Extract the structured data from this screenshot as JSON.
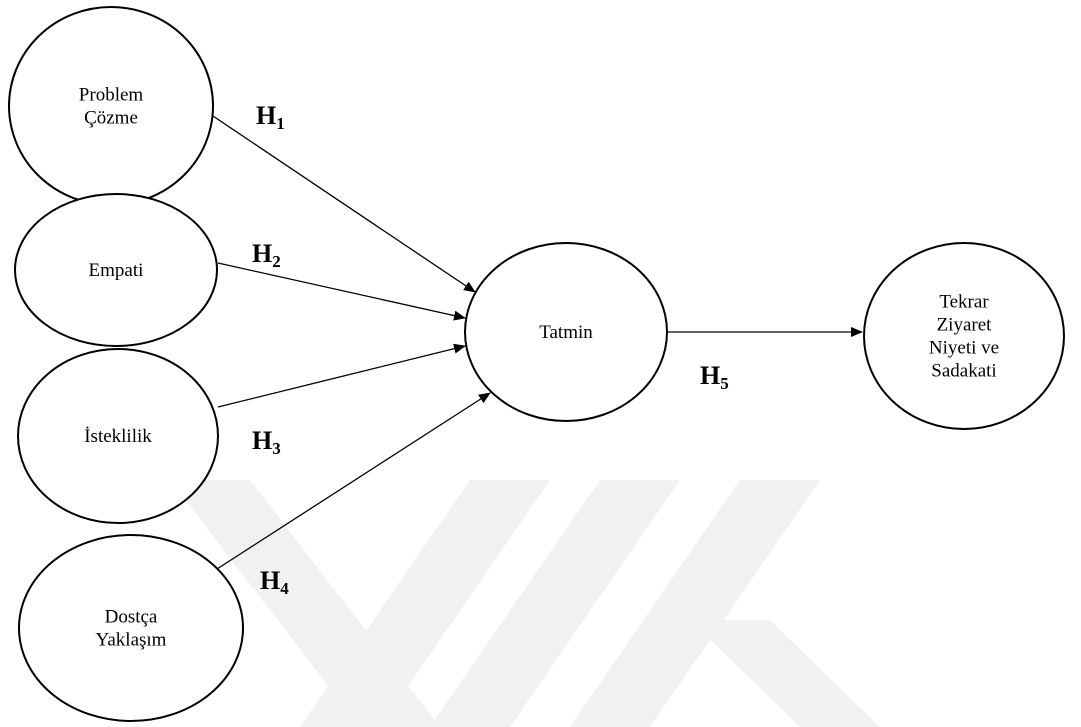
{
  "diagram": {
    "nodes": [
      {
        "id": "problem-cozme",
        "lines": [
          "Problem",
          "Çözme"
        ]
      },
      {
        "id": "empati",
        "lines": [
          "Empati"
        ]
      },
      {
        "id": "isteklilik",
        "lines": [
          "İsteklilik"
        ]
      },
      {
        "id": "dostca-yaklasim",
        "lines": [
          "Dostça",
          "Yaklaşım"
        ]
      },
      {
        "id": "tatmin",
        "lines": [
          "Tatmin"
        ]
      },
      {
        "id": "tekrar-ziyaret",
        "lines": [
          "Tekrar",
          "Ziyaret",
          "Niyeti ve",
          "Sadakati"
        ]
      }
    ],
    "edges": [
      {
        "from": "problem-cozme",
        "to": "tatmin",
        "label": "H",
        "sub": "1"
      },
      {
        "from": "empati",
        "to": "tatmin",
        "label": "H",
        "sub": "2"
      },
      {
        "from": "isteklilik",
        "to": "tatmin",
        "label": "H",
        "sub": "3"
      },
      {
        "from": "dostca-yaklasim",
        "to": "tatmin",
        "label": "H",
        "sub": "4"
      },
      {
        "from": "tatmin",
        "to": "tekrar-ziyaret",
        "label": "H",
        "sub": "5"
      }
    ]
  }
}
